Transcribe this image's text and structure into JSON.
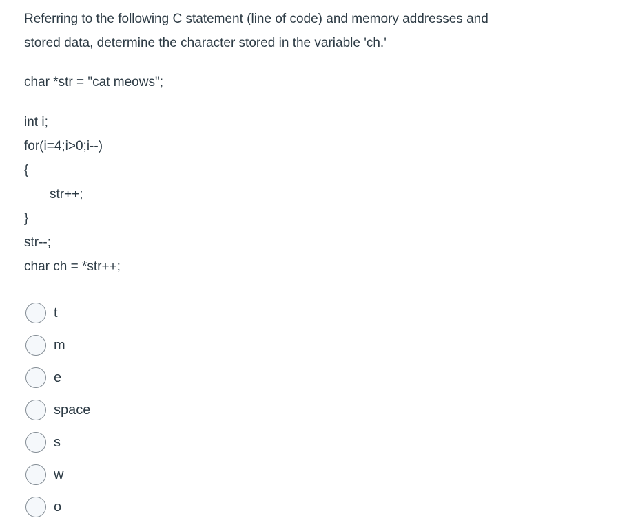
{
  "question": {
    "prompt_lines": [
      "Referring to the following C statement (line of code) and memory addresses and",
      "stored data, determine the character stored in the variable 'ch.'"
    ],
    "code_declaration": "char *str = \"cat meows\";",
    "code_lines": [
      "int i;",
      "for(i=4;i>0;i--)",
      "{",
      "       str++;",
      "}",
      "str--;",
      "char ch = *str++;"
    ]
  },
  "options": [
    {
      "label": "t"
    },
    {
      "label": "m"
    },
    {
      "label": "e"
    },
    {
      "label": "space"
    },
    {
      "label": "s"
    },
    {
      "label": "w"
    },
    {
      "label": "o"
    }
  ],
  "colors": {
    "text": "#2d3b45",
    "radio_border": "#848d95",
    "radio_fill": "#f5f8fb",
    "background": "#ffffff"
  }
}
